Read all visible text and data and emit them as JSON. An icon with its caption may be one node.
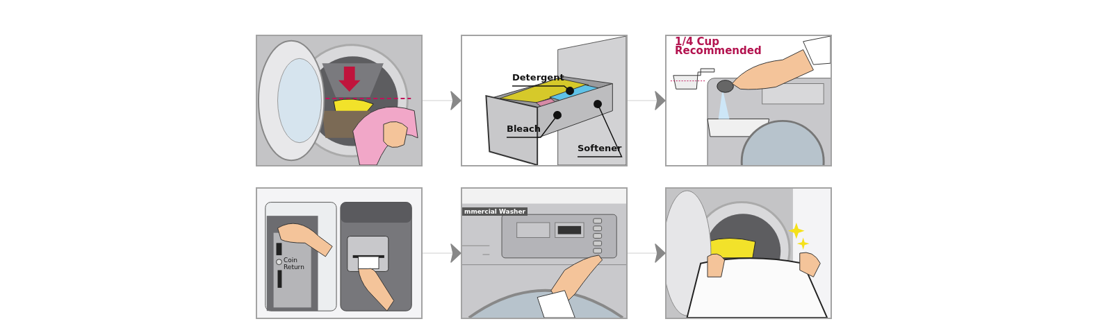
{
  "diagram": {
    "nodes": [
      {
        "text": [],
        "shape": "picture"
      },
      {
        "text": [],
        "shape": "picture"
      },
      {
        "text": [
          "Detergent"
        ],
        "in": 1
      },
      {
        "text": [
          "Bleach"
        ],
        "in": 1
      },
      {
        "text": [
          "Softener"
        ],
        "in": 1
      },
      {
        "text": [],
        "shape": "picture"
      },
      {
        "text": [],
        "shape": "picture"
      },
      {
        "text": [],
        "shape": "picture"
      },
      {
        "text": [],
        "shape": "picture"
      }
    ],
    "edges": [
      {
        "from": 0,
        "to": 1,
        "arrow": "to"
      },
      {
        "from": 1,
        "to": 5,
        "arrow": "to"
      },
      {
        "from": 2,
        "to": null,
        "arrow": "other",
        "color": "#111111"
      },
      {
        "from": 3,
        "to": null,
        "arrow": "other",
        "color": "#111111"
      },
      {
        "from": 4,
        "to": null,
        "arrow": "other",
        "color": "#111111"
      },
      {
        "from": 6,
        "to": 7,
        "arrow": "to"
      },
      {
        "from": 7,
        "to": 8,
        "arrow": "to"
      }
    ],
    "labels": [
      "1/4 Cup Recommended",
      "Coin Return",
      "mmercial Washer"
    ]
  }
}
